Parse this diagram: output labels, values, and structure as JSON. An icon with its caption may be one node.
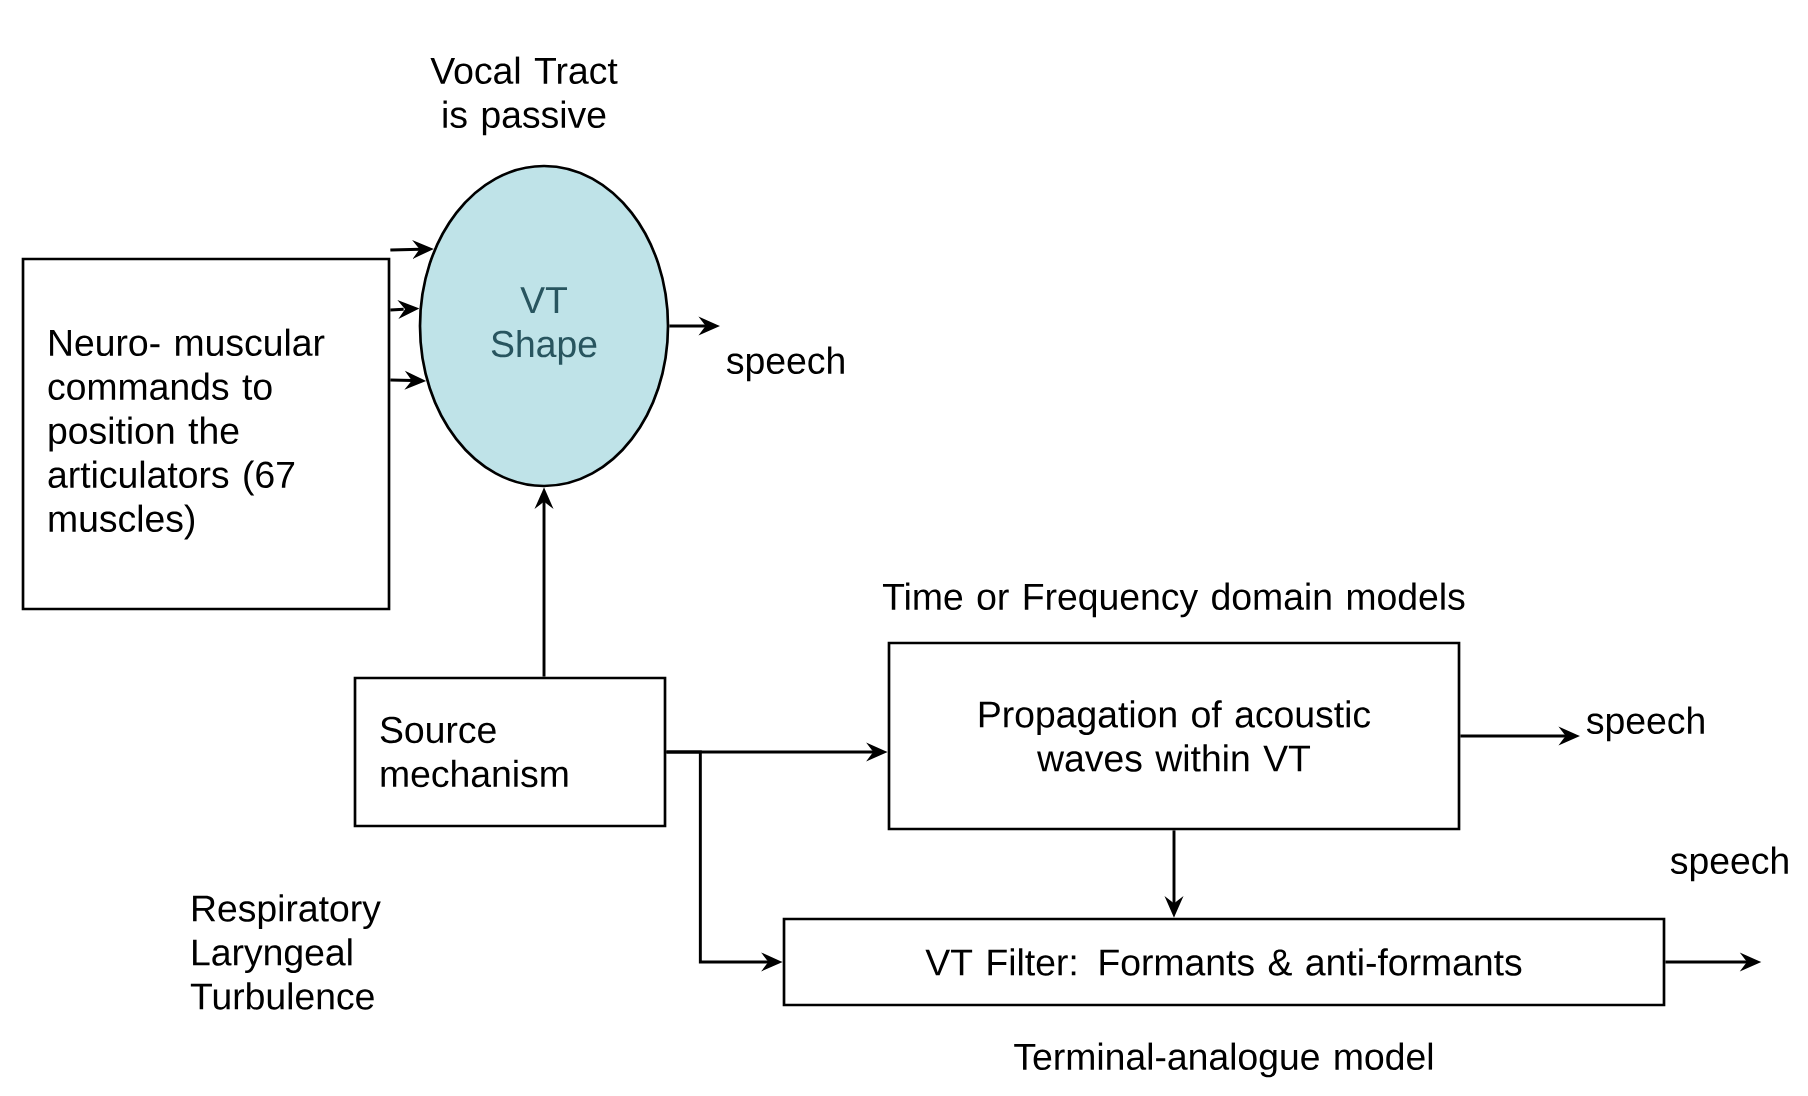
{
  "diagram": {
    "nodes": [
      {
        "text": [
          "Neuro- muscular commands to position the articulators (67 muscles)"
        ]
      },
      {
        "text": [
          "VT Shape"
        ],
        "beside": [
          "Vocal Tract is passive"
        ]
      },
      {
        "text": [
          "speech"
        ]
      },
      {
        "text": [
          "Source mechanism"
        ],
        "beside": [
          "Respiratory Laryngeal Turbulence"
        ]
      },
      {
        "text": [
          "Propagation of acoustic waves within VT"
        ],
        "beside": [
          "Time or Frequency domain models"
        ]
      },
      {
        "text": [
          "speech"
        ]
      },
      {
        "text": [
          "VT Filter: Formants & anti-formants"
        ],
        "beside": [
          "Terminal-analogue model"
        ]
      }
    ],
    "edges": [
      {
        "from": 0,
        "to": 1,
        "arrow": "to"
      },
      {
        "from": 0,
        "to": 1,
        "arrow": "to",
        "style": "dashed"
      },
      {
        "from": 0,
        "to": 1,
        "arrow": "to"
      },
      {
        "from": 1,
        "to": 2,
        "arrow": "to"
      },
      {
        "from": 3,
        "to": 1,
        "arrow": "to"
      },
      {
        "from": 3,
        "to": 4,
        "arrow": "to"
      },
      {
        "from": 3,
        "to": 6,
        "arrow": "to"
      },
      {
        "from": 4,
        "to": 5,
        "arrow": "to"
      },
      {
        "from": 4,
        "to": 6,
        "arrow": "to"
      },
      {
        "from": 6,
        "to": null,
        "arrow": "to"
      }
    ],
    "labels": [
      "speech"
    ]
  }
}
